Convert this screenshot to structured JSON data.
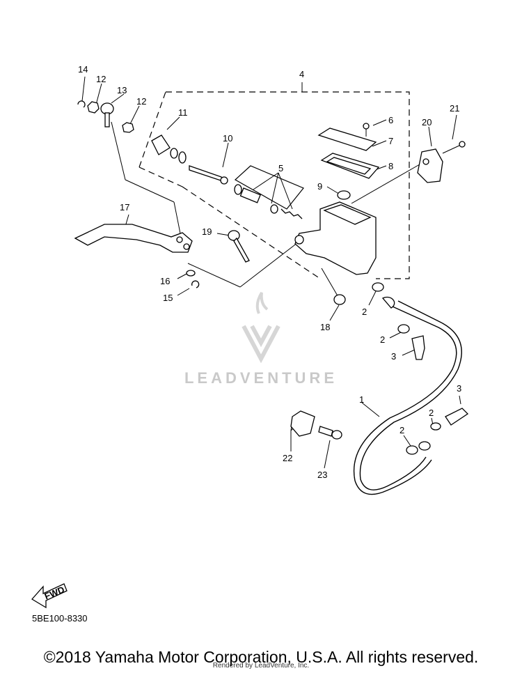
{
  "diagram": {
    "callouts": [
      "1",
      "2",
      "2",
      "2",
      "2",
      "3",
      "3",
      "4",
      "5",
      "6",
      "7",
      "8",
      "9",
      "10",
      "11",
      "12",
      "12",
      "13",
      "14",
      "15",
      "16",
      "17",
      "18",
      "19",
      "20",
      "21",
      "22",
      "23"
    ],
    "fwd_label": "FWD",
    "ref_code": "5BE100-8330"
  },
  "watermark": {
    "text": "LEADVENTURE"
  },
  "footer": {
    "copyright": "©2018 Yamaha Motor Corporation, U.S.A. All rights reserved.",
    "rendered_by": "Rendered by LeadVenture, Inc."
  }
}
